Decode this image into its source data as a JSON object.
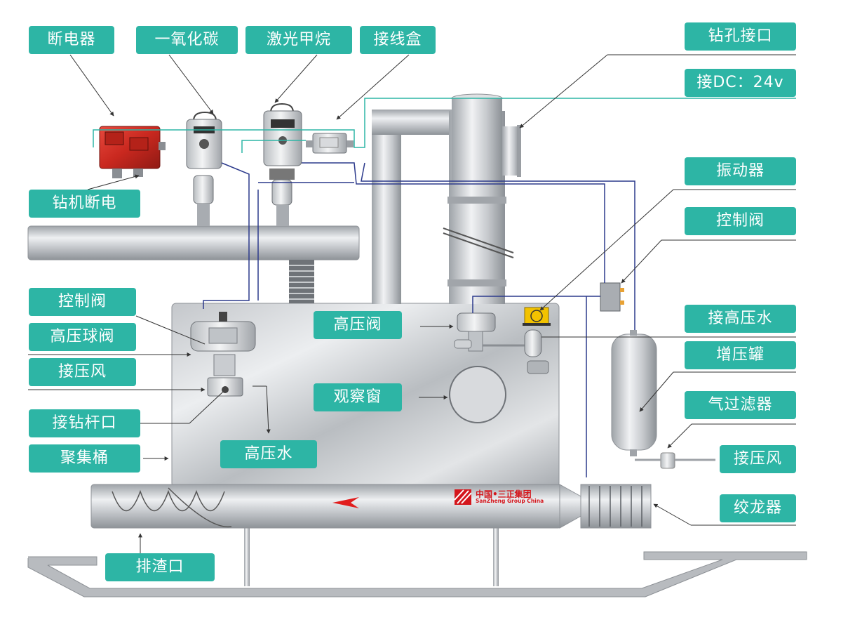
{
  "labels": {
    "breaker": "断电器",
    "co": "一氧化碳",
    "methane": "激光甲烷",
    "junction_box": "接线盒",
    "drill_port": "钻孔接口",
    "dc_power": "接DC：24v",
    "drill_power_off": "钻机断电",
    "vibrator": "振动器",
    "control_valve_right": "控制阀",
    "control_valve_left": "控制阀",
    "hp_ball_valve": "高压球阀",
    "hp_valve": "高压阀",
    "hp_water_inlet": "接高压水",
    "booster_tank": "增压罐",
    "air_inlet_left": "接压风",
    "observation_window": "观察窗",
    "air_filter": "气过滤器",
    "drill_rod_port": "接钻杆口",
    "hp_water": "高压水",
    "air_inlet_right": "接压风",
    "collector_bucket": "聚集桶",
    "auger": "绞龙器",
    "slag_outlet": "排渣口"
  },
  "logo": {
    "cn": "中国•三正集团",
    "en": "SanZheng Group China"
  },
  "colors": {
    "label_bg": "#2db5a5",
    "label_text": "#ffffff",
    "wire_teal": "#2db5a5",
    "wire_blue": "#2c3a8c",
    "logo_red": "#d4161c"
  }
}
